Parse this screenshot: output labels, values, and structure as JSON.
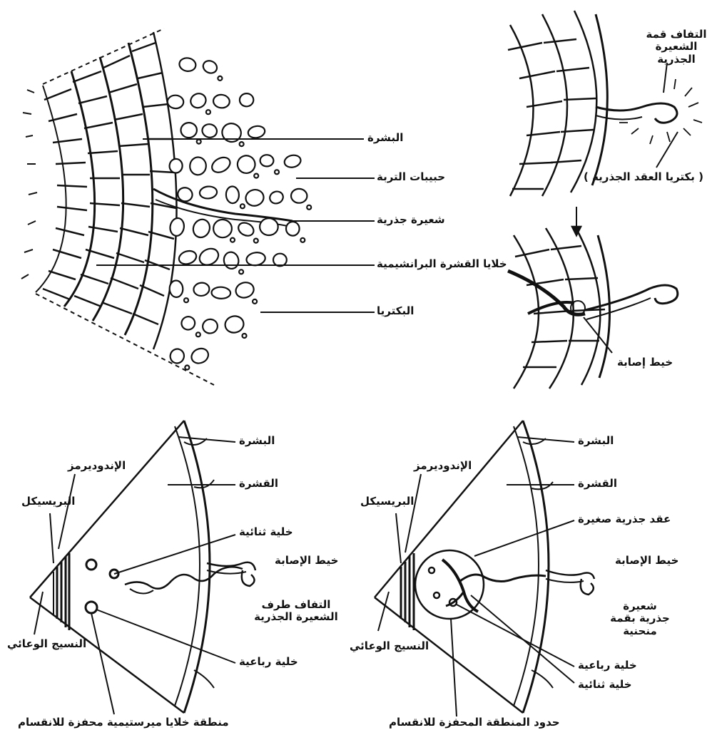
{
  "panel_a": {
    "labels": {
      "epidermis": "البشرة",
      "soil_particles": "حبيبات التربة",
      "root_hair": "شعيرة جذرية",
      "cortex_cells": "خلايا القشرة البرانشيمية",
      "bacteria": "البكتريا"
    }
  },
  "panel_b": {
    "labels": {
      "root_hair_tip_curl": "التفاف قمة الشعيرة الجذرية",
      "nodule_bacteria": "( بكتريا العقد الجذرية )",
      "infection_thread": "خيط إصابة"
    }
  },
  "panel_c": {
    "labels": {
      "epidermis": "البشرة",
      "cortex": "القشرة",
      "endodermis": "الإندوديرمز",
      "pericycle": "البريسيكل",
      "diploid_cell": "خلية ثنائية",
      "infection_thread": "خيط الإصابة",
      "curled_tip": "التفاف طرف الشعيرة الجذرية",
      "vascular_tissue": "النسيج الوعائي",
      "tetraploid_cell": "خلية رباعية",
      "stimulated_zone": "منطقة خلايا ميرستيمية محفزة للانقسام"
    }
  },
  "panel_d": {
    "labels": {
      "epidermis": "البشرة",
      "cortex": "القشرة",
      "endodermis": "الإندوديرمز",
      "pericycle": "البريسيكل",
      "small_nodule": "عقد جذرية صغيرة",
      "infection_thread": "خيط الإصابة",
      "hair_curled_tip": "شعيرة جذرية بقمة منحنية",
      "vascular_tissue": "النسيج الوعائي",
      "tetraploid_cell": "خلية رباعية",
      "diploid_cell": "خلية ثنائية",
      "zone_boundary": "حدود المنطقة المحفزة للانقسام"
    }
  }
}
